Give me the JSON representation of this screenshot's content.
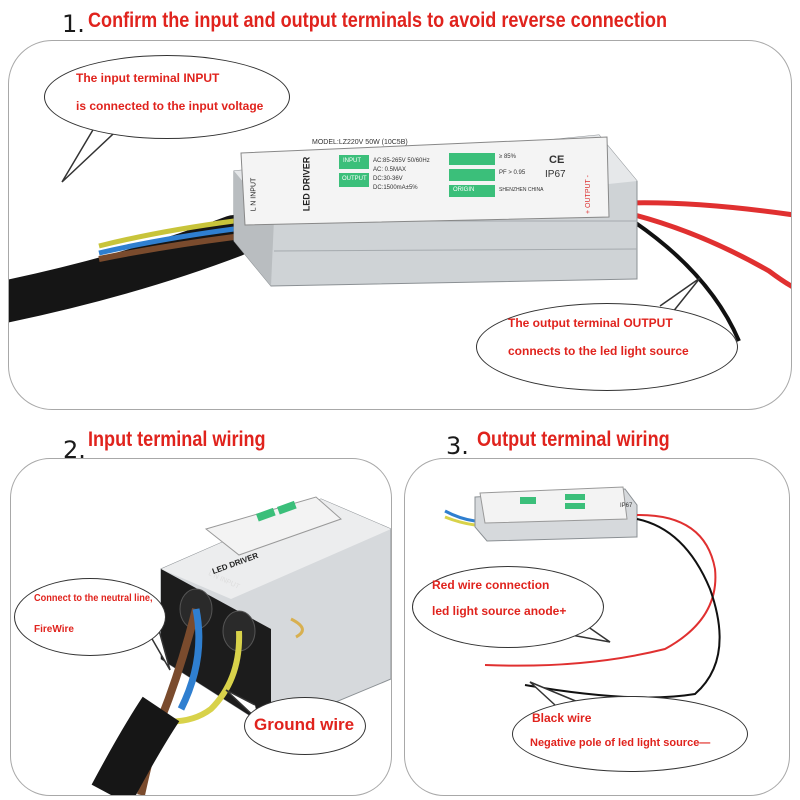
{
  "section1": {
    "number": "1.",
    "title": "Confirm the input and output terminals to avoid reverse connection",
    "input_note": [
      "The input terminal INPUT",
      "is connected to the input voltage"
    ],
    "output_note": [
      "The output terminal OUTPUT",
      "connects to the led light source"
    ]
  },
  "section2": {
    "number": "2.",
    "title": "Input terminal wiring",
    "neutral_note": [
      "Connect to the neutral line,",
      "FireWire"
    ],
    "ground_note": "Ground wire"
  },
  "section3": {
    "number": "3.",
    "title": "Output terminal wiring",
    "red_note": [
      "Red wire connection",
      "led light source anode+"
    ],
    "black_note": [
      "Black wire",
      "Negative pole of led light source—"
    ]
  },
  "driver_label": {
    "model": "MODEL:LZ220V 50W (10C5B)",
    "brand": "LED DRIVER",
    "input_tag": "INPUT",
    "input_spec": "AC:85-265V 50/60Hz",
    "input_current": "AC: 0.5MAX",
    "output_tag": "OUTPUT",
    "output_spec": "DC:30-36V",
    "output_current": "DC:1500mA±5%",
    "efficiency": "≥ 85%",
    "pf": "PF > 0.95",
    "origin": "ORIGIN",
    "made_in": "SHENZHEN CHINA",
    "ip": "IP67",
    "ce": "CE",
    "input_side": "L N INPUT",
    "output_side": "+ OUTPUT -"
  },
  "colors": {
    "accent_red": "#e0231d",
    "panel_border": "#a8a8a8",
    "label_green": "#3bbf7a"
  }
}
